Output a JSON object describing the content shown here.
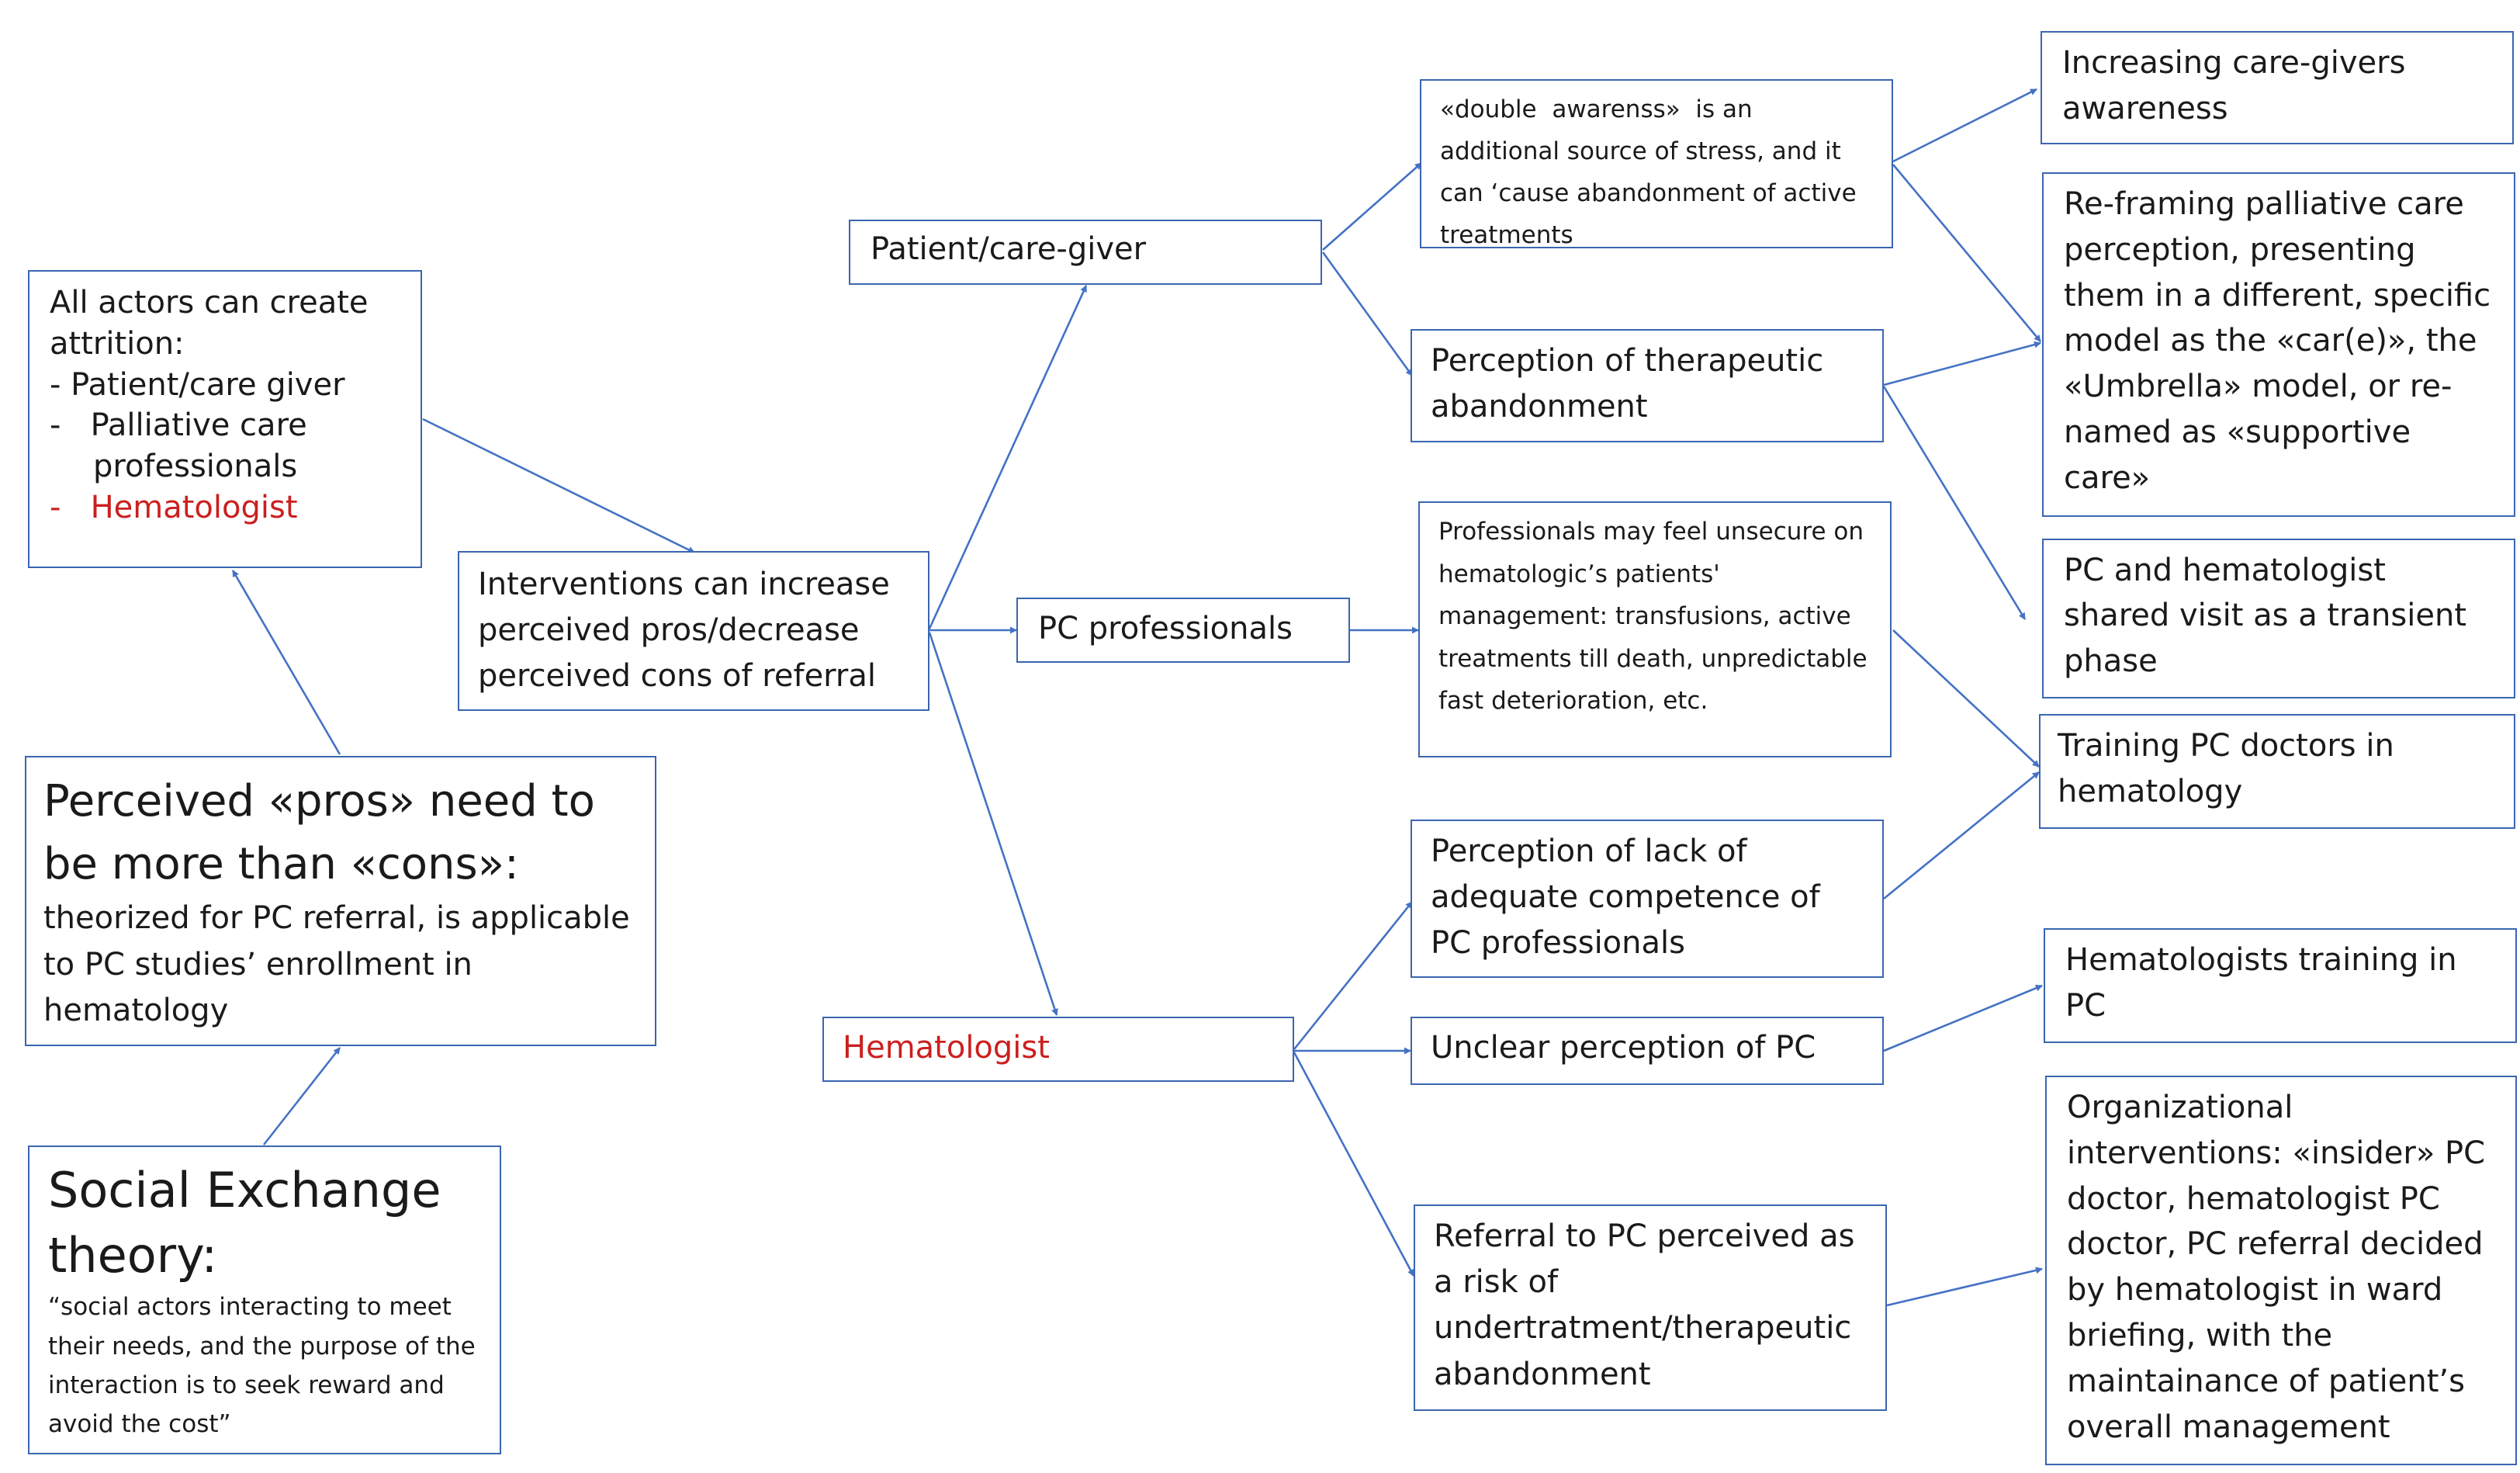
{
  "nodes": {
    "all_actors": {
      "title": "All actors can create attrition:",
      "items": [
        "- Patient/care giver",
        "-   Palliative care professionals",
        "-   Hematologist"
      ]
    },
    "perceived_pros": {
      "title": "Perceived «pros» need to be more than «cons»:",
      "body": "theorized for PC referral, is applicable to PC studies’ enrollment in hematology"
    },
    "social_exchange": {
      "title": "Social Exchange theory:",
      "body": "“social actors interacting to meet their needs, and the purpose of the interaction is to seek reward and avoid the cost”"
    },
    "interventions": "Interventions can increase perceived pros/decrease perceived cons of referral",
    "patient": "Patient/care-giver",
    "pc_professionals": "PC professionals",
    "hematologist": "Hematologist",
    "double_awareness": "«double  awarenss»  is an additional source of stress, and it can ‘cause abandonment of active treatments",
    "therapeutic_abandonment": "Perception of therapeutic abandonment",
    "professionals_unsecure": "Professionals may feel unsecure on hematologic’s patients' management: transfusions, active treatments till death, unpredictable fast deterioration, etc.",
    "lack_competence": "Perception of lack of adequate competence of PC professionals",
    "unclear_perception": "Unclear perception of PC",
    "referral_risk": "Referral to PC perceived as a risk of undertratment/therapeutic abandonment",
    "increasing_awareness": "Increasing care-givers awareness",
    "reframing": "Re-framing palliative care perception, presenting them in a different, specific model as the «car(e)», the «Umbrella» model, or re-named as «supportive care»",
    "shared_visit": "PC and hematologist shared visit as a transient phase",
    "training_pc_doctors": "Training PC doctors in hematology",
    "hematologists_training": "Hematologists training in PC",
    "organizational": "Organizational interventions: «insider» PC doctor, hematologist PC doctor, PC referral decided by hematologist in ward briefing, with the maintainance of patient’s overall management"
  },
  "colors": {
    "border": "#3b66b0",
    "arrow": "#4472c4",
    "highlight": "#cc1f1f"
  }
}
